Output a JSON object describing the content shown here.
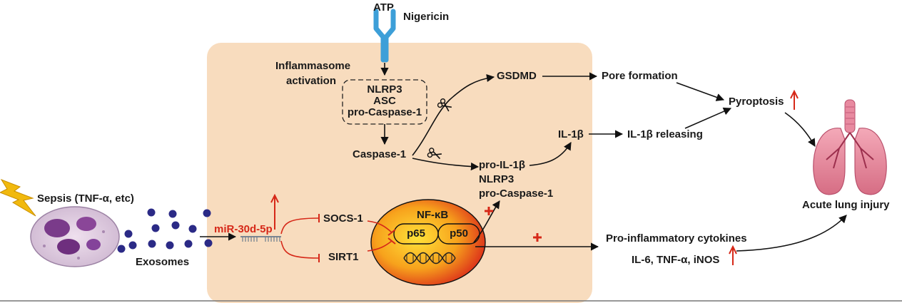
{
  "stimulus": {
    "atp": "ATP",
    "nigericin": "Nigericin"
  },
  "inflammasome": {
    "activation_line1": "Inflammasome",
    "activation_line2": "activation",
    "components": [
      "NLRP3",
      "ASC",
      "pro-Caspase-1"
    ]
  },
  "caspase": "Caspase-1",
  "gsdmd": "GSDMD",
  "pore_formation": "Pore formation",
  "pyroptosis": "Pyroptosis",
  "il1b": "IL-1β",
  "il1b_release": "IL-1β releasing",
  "nfkb_targets": [
    "pro-IL-1β",
    "NLRP3",
    "pro-Caspase-1"
  ],
  "sepsis": "Sepsis (TNF-α, etc)",
  "exosomes": "Exosomes",
  "mirna": "miR-30d-5p",
  "targets": [
    "SOCS-1",
    "SIRT1"
  ],
  "nfkb": {
    "name": "NF-κB",
    "p65": "p65",
    "p50": "p50"
  },
  "cytokines": {
    "title": "Pro-inflammatory cytokines",
    "list": "IL-6, TNF-α, iNOS"
  },
  "outcome": "Acute lung injury",
  "colors": {
    "panel": "#f8dcbe",
    "receptor": "#3d9fd8",
    "inhibit": "#d62818",
    "exosome": "#2b2a86"
  },
  "icons": [
    "receptor-icon",
    "scissors-icon",
    "lightning-icon",
    "neutrophil-icon",
    "lungs-icon",
    "dna-helix-icon",
    "mirna-icon"
  ]
}
